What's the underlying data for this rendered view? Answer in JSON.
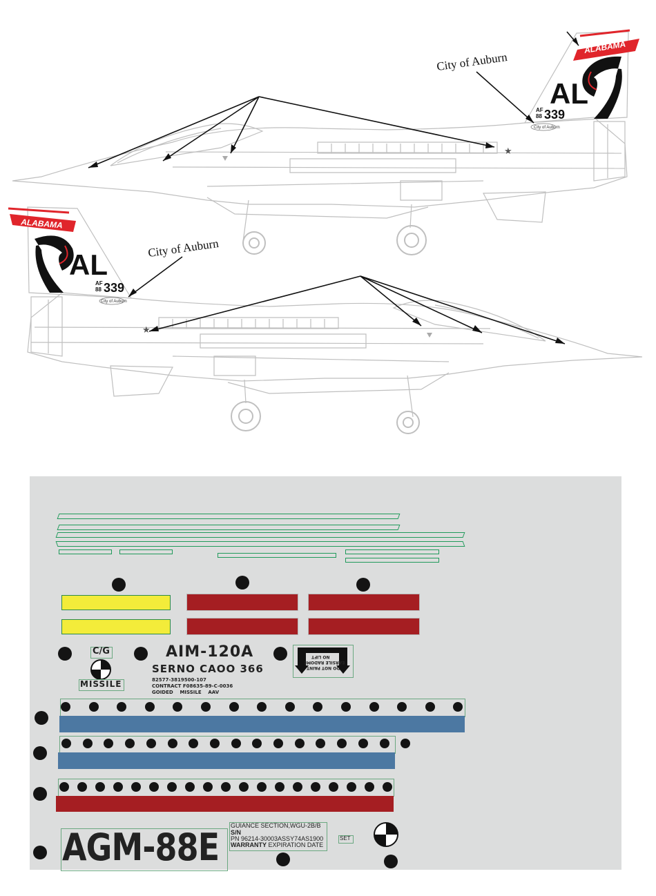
{
  "top_aircraft": {
    "tail_band": "ALABAMA",
    "tail_code": "AL",
    "tail_af": "AF",
    "tail_year": "88",
    "tail_number": "339",
    "tail_city": "City of Auburn",
    "callout": "City of Auburn"
  },
  "bottom_aircraft": {
    "tail_band": "ALABAMA",
    "tail_code": "AL",
    "tail_af": "AF",
    "tail_year": "88",
    "tail_number": "339",
    "tail_city": "City of Auburn",
    "callout": "City of Auburn"
  },
  "sheet": {
    "cg_top": "C/G",
    "cg_bottom": "MISSILE",
    "aim_title": "AIM-120A",
    "aim_serno": "SERNO CAOO 366",
    "aim_line1": "82577-3819500-107",
    "aim_line2": "CONTRACT F08635-89-C-0036",
    "aim_line3": "GOIDED    MISSILE    AAV",
    "warn_line1": "NO LIFT",
    "warn_line2": "EARSILE RADOME",
    "warn_line3": "DO NOT PAINT",
    "agm_title": "AGM-88E",
    "guid_line1": "GUIANCE SECTION,WGU-2B/B",
    "guid_line2": "S/N",
    "guid_line3": "PN 96214-30003ASSY74AS1900",
    "guid_set": "SET",
    "guid_line4a": "WARRANTY",
    "guid_line4b": " EXPIRATION DATE"
  },
  "colors": {
    "alabama_red": "#e0252b",
    "cobra_black": "#111111",
    "sheet_gray": "#dcdddd",
    "yellow": "#f3ec3a",
    "dark_red": "#a51e22",
    "blue": "#4c78a2",
    "border_green": "#1f9a5a"
  }
}
